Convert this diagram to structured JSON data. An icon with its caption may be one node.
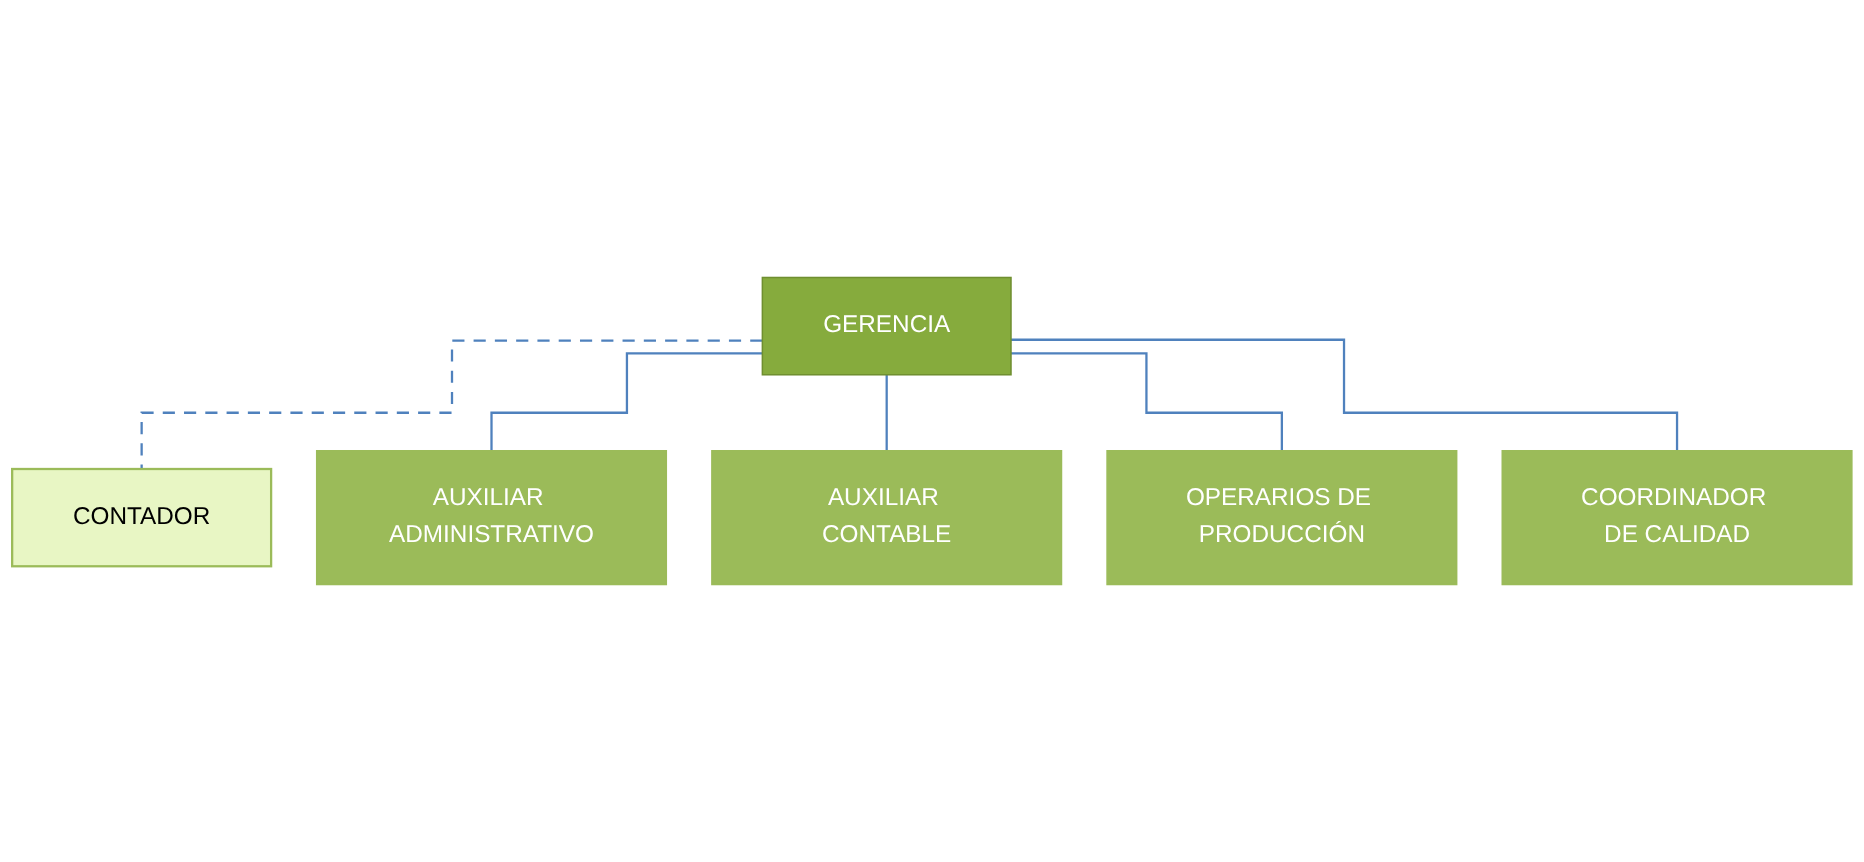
{
  "diagram": {
    "nodes": [
      {
        "text": [
          "GERENCIA"
        ]
      },
      {
        "text": [
          "CONTADOR"
        ]
      },
      {
        "text": [
          "AUXILIAR ADMINISTRATIVO"
        ]
      },
      {
        "text": [
          "AUXILIAR CONTABLE"
        ]
      },
      {
        "text": [
          "OPERARIOS DE PRODUCCIÓN"
        ]
      },
      {
        "text": [
          "COORDINADOR DE CALIDAD"
        ]
      }
    ],
    "edges": [
      {
        "from": 0,
        "to": 1,
        "arrow": "none",
        "style": "dashed"
      },
      {
        "from": 0,
        "to": 2,
        "arrow": "none"
      },
      {
        "from": 0,
        "to": 3,
        "arrow": "none"
      },
      {
        "from": 0,
        "to": 4,
        "arrow": "none"
      },
      {
        "from": 0,
        "to": 5,
        "arrow": "none"
      }
    ]
  }
}
